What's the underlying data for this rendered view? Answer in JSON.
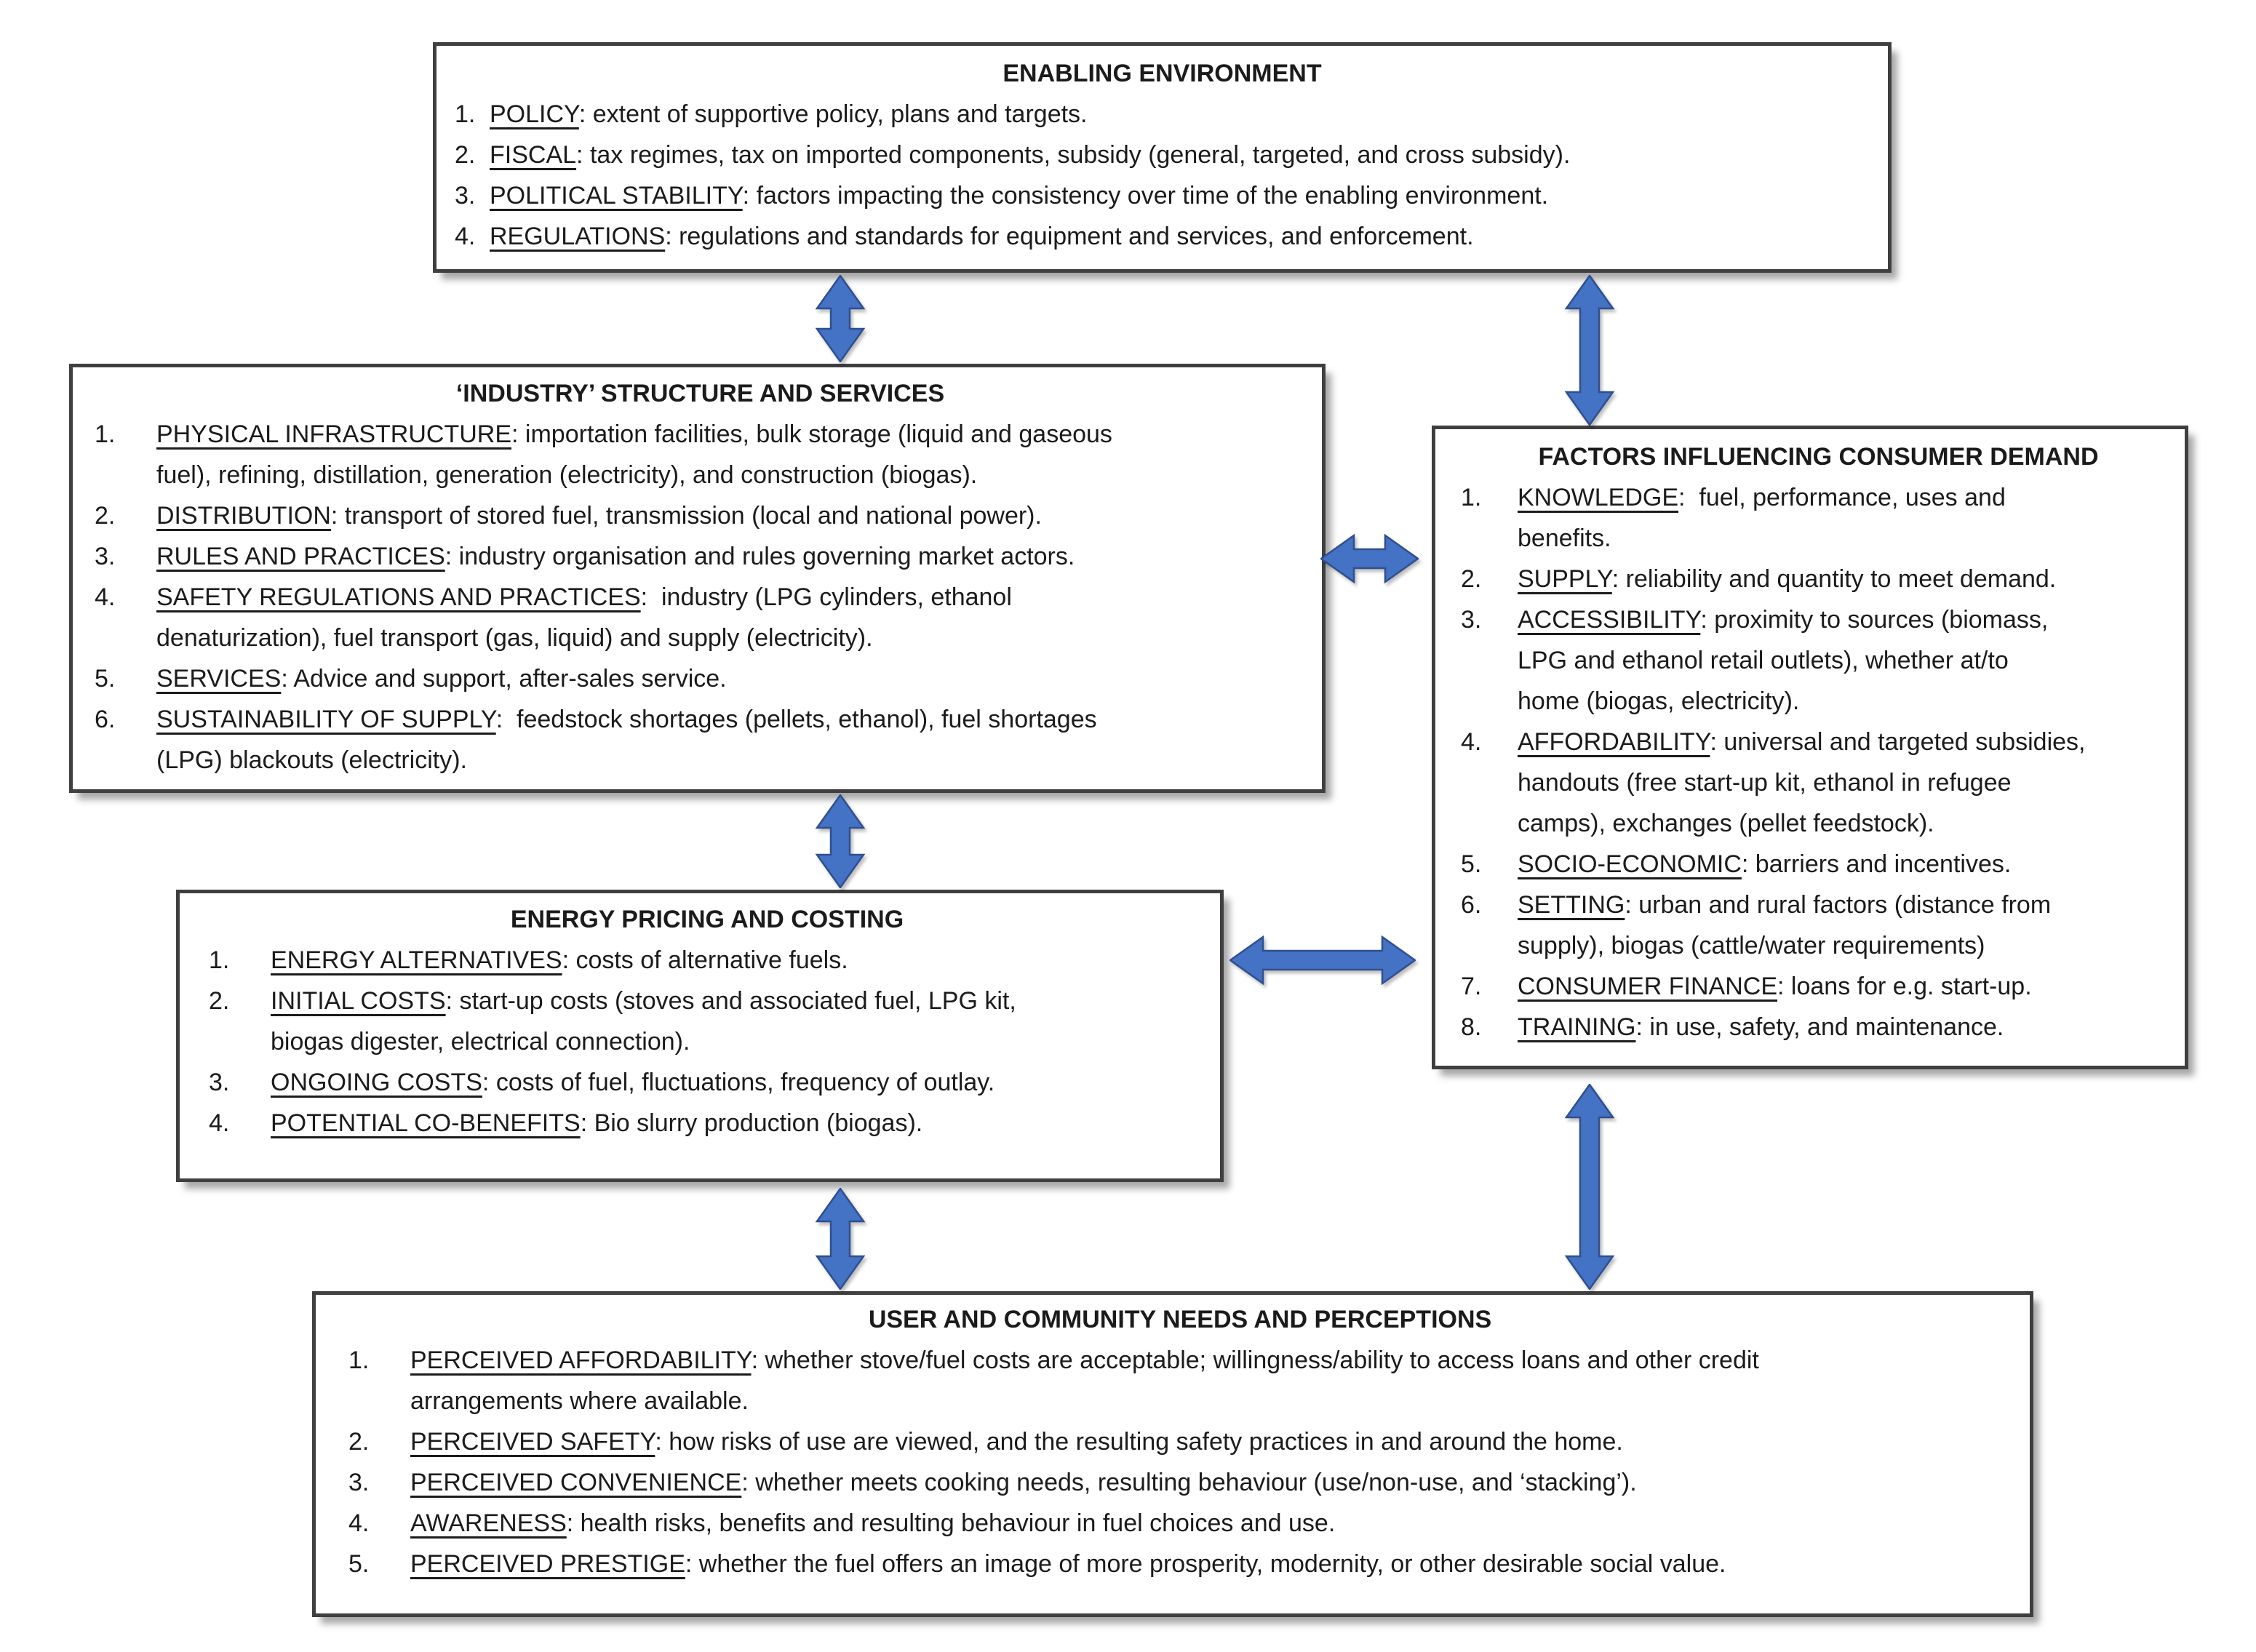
{
  "diagram_title": "Enabling environment / market / consumer framework diagram",
  "arrow_color": "#4472C4",
  "boxes": {
    "enabling": {
      "title": "ENABLING ENVIRONMENT",
      "items": [
        {
          "num": "1.",
          "keyword": "POLICY",
          "text": ": extent of supportive policy, plans and targets."
        },
        {
          "num": "2.",
          "keyword": "FISCAL",
          "text": ": tax regimes, tax on imported components, subsidy (general, targeted, and cross subsidy)."
        },
        {
          "num": "3.",
          "keyword": "POLITICAL STABILITY",
          "text": ": factors impacting the consistency over time of the enabling environment."
        },
        {
          "num": "4.",
          "keyword": "REGULATIONS",
          "text": ": regulations and standards for equipment and services, and enforcement."
        }
      ]
    },
    "industry": {
      "title": "‘INDUSTRY’ STRUCTURE AND SERVICES",
      "items": [
        {
          "num": "1.",
          "keyword": "PHYSICAL INFRASTRUCTURE",
          "text": ": importation facilities, bulk storage (liquid and gaseous\nfuel), refining, distillation, generation (electricity), and construction (biogas)."
        },
        {
          "num": "2.",
          "keyword": "DISTRIBUTION",
          "text": ": transport of stored fuel, transmission (local and national power)."
        },
        {
          "num": "3.",
          "keyword": "RULES AND PRACTICES",
          "text": ": industry organisation and rules governing market actors."
        },
        {
          "num": "4.",
          "keyword": "SAFETY REGULATIONS AND PRACTICES",
          "text": ":  industry (LPG cylinders, ethanol\ndenaturization), fuel transport (gas, liquid) and supply (electricity)."
        },
        {
          "num": "5.",
          "keyword": "SERVICES",
          "text": ": Advice and support, after-sales service."
        },
        {
          "num": "6.",
          "keyword": "SUSTAINABILITY OF SUPPLY",
          "text": ":  feedstock shortages (pellets, ethanol), fuel shortages\n(LPG) blackouts (electricity)."
        }
      ]
    },
    "factors": {
      "title": "FACTORS INFLUENCING CONSUMER DEMAND",
      "items": [
        {
          "num": "1.",
          "keyword": "KNOWLEDGE",
          "text": ":  fuel, performance, uses and\nbenefits."
        },
        {
          "num": "2.",
          "keyword": "SUPPLY",
          "text": ": reliability and quantity to meet demand."
        },
        {
          "num": "3.",
          "keyword": "ACCESSIBILITY",
          "text": ": proximity to sources (biomass,\nLPG and ethanol retail outlets), whether at/to\nhome (biogas, electricity)."
        },
        {
          "num": "4.",
          "keyword": "AFFORDABILITY",
          "text": ": universal and targeted subsidies,\nhandouts (free start-up kit, ethanol in refugee\ncamps), exchanges (pellet feedstock)."
        },
        {
          "num": "5.",
          "keyword": "SOCIO-ECONOMIC",
          "text": ": barriers and incentives."
        },
        {
          "num": "6.",
          "keyword": "SETTING",
          "text": ": urban and rural factors (distance from\nsupply), biogas (cattle/water requirements)"
        },
        {
          "num": "7.",
          "keyword": "CONSUMER FINANCE",
          "text": ": loans for e.g. start-up."
        },
        {
          "num": "8.",
          "keyword": "TRAINING",
          "text": ": in use, safety, and maintenance."
        }
      ]
    },
    "pricing": {
      "title": "ENERGY PRICING AND COSTING",
      "items": [
        {
          "num": "1.",
          "keyword": "ENERGY ALTERNATIVES",
          "text": ": costs of alternative fuels."
        },
        {
          "num": "2.",
          "keyword": "INITIAL COSTS",
          "text": ": start-up costs (stoves and associated fuel, LPG kit,\nbiogas digester, electrical connection)."
        },
        {
          "num": "3.",
          "keyword": "ONGOING COSTS",
          "text": ": costs of fuel, fluctuations, frequency of outlay."
        },
        {
          "num": "4.",
          "keyword": "POTENTIAL CO-BENEFITS",
          "text": ": Bio slurry production (biogas)."
        }
      ]
    },
    "user": {
      "title": "USER AND COMMUNITY NEEDS AND PERCEPTIONS",
      "items": [
        {
          "num": "1.",
          "keyword": "PERCEIVED AFFORDABILITY",
          "text": ": whether stove/fuel costs are acceptable; willingness/ability to access loans and other credit\narrangements where available."
        },
        {
          "num": "2.",
          "keyword": "PERCEIVED SAFETY",
          "text": ": how risks of use are viewed, and the resulting safety practices in and around the home."
        },
        {
          "num": "3.",
          "keyword": "PERCEIVED CONVENIENCE",
          "text": ": whether meets cooking needs, resulting behaviour (use/non-use, and ‘stacking’)."
        },
        {
          "num": "4.",
          "keyword": "AWARENESS",
          "text": ": health risks, benefits and resulting behaviour in fuel choices and use."
        },
        {
          "num": "5.",
          "keyword": "PERCEIVED PRESTIGE",
          "text": ": whether the fuel offers an image of more prosperity, modernity, or other desirable social value."
        }
      ]
    }
  }
}
